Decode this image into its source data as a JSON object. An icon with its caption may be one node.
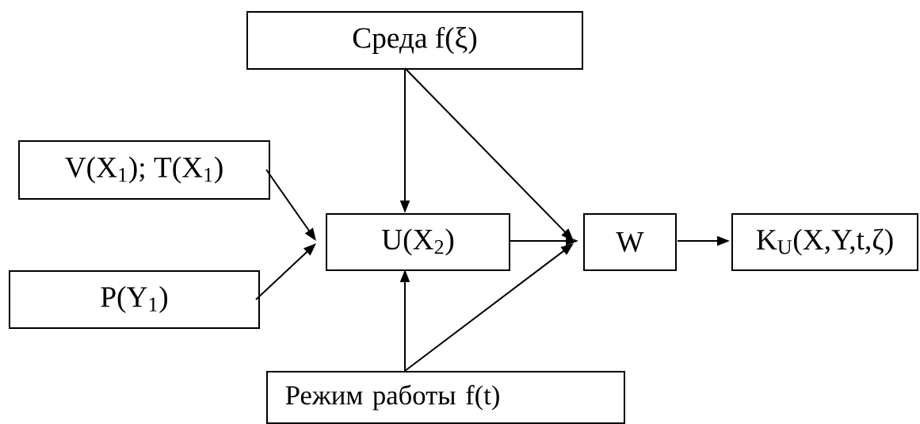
{
  "diagram": {
    "nodes": [
      {
        "text": [
          "Среда f(ξ)"
        ]
      },
      {
        "text": [
          "V(X$_{1}$); T(X$_{1}$)"
        ]
      },
      {
        "text": [
          "U(X$_{2}$)"
        ]
      },
      {
        "text": [
          "W"
        ]
      },
      {
        "text": [
          "K$_{U}$(X,Y,t,ζ)"
        ]
      },
      {
        "text": [
          "P(Y$_{1}$)"
        ]
      },
      {
        "text": [
          "Режим работы f(t)"
        ]
      }
    ],
    "edges": [
      {
        "from": 0,
        "to": 2,
        "arrow": "to"
      },
      {
        "from": 0,
        "to": 3,
        "arrow": "to"
      },
      {
        "from": 1,
        "to": 2,
        "arrow": "to"
      },
      {
        "from": 5,
        "to": 2,
        "arrow": "to"
      },
      {
        "from": 2,
        "to": 3,
        "arrow": "to"
      },
      {
        "from": 6,
        "to": 2,
        "arrow": "to"
      },
      {
        "from": 6,
        "to": 3,
        "arrow": "to"
      },
      {
        "from": 3,
        "to": 4,
        "arrow": "to"
      }
    ]
  }
}
